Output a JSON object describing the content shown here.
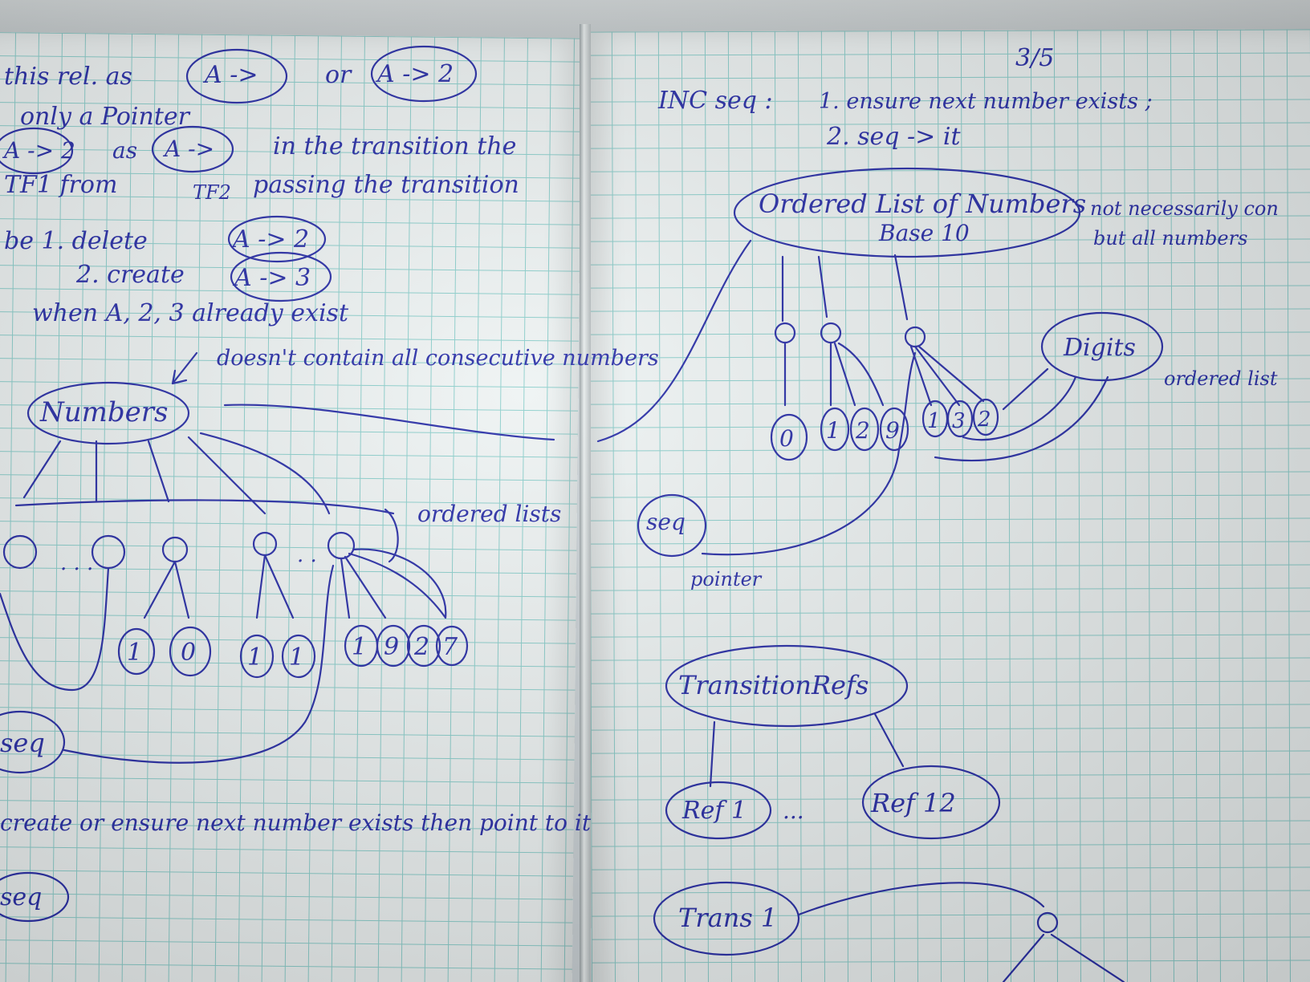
{
  "left_page": {
    "lines": [
      "this rel. as",
      "A ->",
      "or",
      "A -> 2",
      "only a Pointer",
      "A -> 2",
      "as",
      "A ->",
      "in the transition the",
      "TF1 from",
      "TF2",
      "passing the transition",
      "be 1. delete",
      "A -> 2",
      "2. create",
      "A -> 3",
      "when A, 2, 3 already exist",
      "doesn't contain all consecutive numbers",
      "ordered lists",
      "create or ensure next number exists then point to it"
    ],
    "nodes": {
      "numbers": "Numbers",
      "seq_a": "seq",
      "seq_b": "seq",
      "digits": [
        "1",
        "0",
        "1",
        "1",
        "1",
        "9",
        "2",
        "7"
      ]
    }
  },
  "right_page": {
    "page_number": "3/5",
    "inc_seq": "INC seq :",
    "step1": "1. ensure next number exists ;",
    "step2": "2. seq -> it",
    "ordered_list": "Ordered List of Numbers",
    "base": "Base 10",
    "note1": "not necessarily con",
    "note2": "but all numbers",
    "digits_label": "Digits",
    "ordered_list_note": "ordered list",
    "seq_label": "seq",
    "pointer_label": "pointer",
    "list_digits": [
      "0",
      "1",
      "2",
      "9",
      "1",
      "3",
      "2"
    ],
    "transition_refs": "TransitionRefs",
    "ref1": "Ref 1",
    "dots": "...",
    "ref12": "Ref 12",
    "trans1": "Trans 1"
  }
}
